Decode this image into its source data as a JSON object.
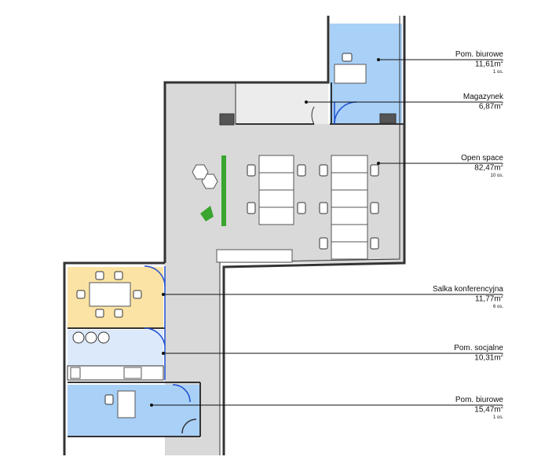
{
  "colors": {
    "open_space": "#d9d9d9",
    "office": "#a9d0f7",
    "conference": "#fbe3a5",
    "social": "#dce9fb",
    "wall": "#333333",
    "plant": "#3aa52f",
    "door": "#1f4fd1"
  },
  "rooms": [
    {
      "name": "Pom. biurowe",
      "area": "11,61m",
      "unit_sup": "2",
      "people": "1 os."
    },
    {
      "name": "Magazynek",
      "area": "6,87m",
      "unit_sup": "2"
    },
    {
      "name": "Open space",
      "area": "82,47m",
      "unit_sup": "2",
      "people": "10 os."
    },
    {
      "name": "Salka konferencyjna",
      "area": "11,77m",
      "unit_sup": "2",
      "people": "6 os."
    },
    {
      "name": "Pom. socjalne",
      "area": "10,31m",
      "unit_sup": "2"
    },
    {
      "name": "Pom. biurowe",
      "area": "15,47m",
      "unit_sup": "2",
      "people": "1 os."
    }
  ]
}
